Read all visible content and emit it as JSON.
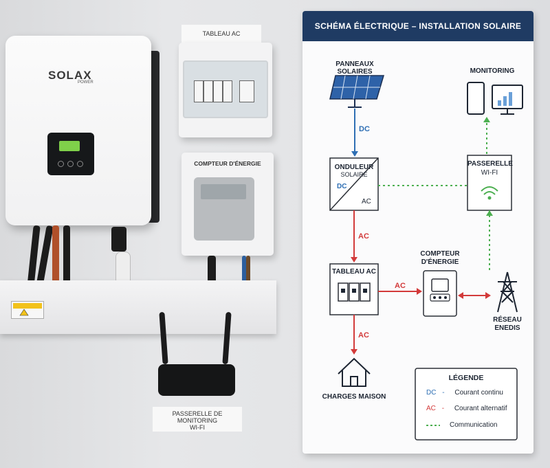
{
  "inverter": {
    "brand": "SOLAX",
    "brand_sub": "POWER"
  },
  "labels": {
    "tableau_ac": "TABLEAU AC",
    "compteur": "COMPTEUR D'ÉNERGIE",
    "passerelle_line1": "PASSERELLE DE MONITORING",
    "passerelle_line2": "WI-FI"
  },
  "panel": {
    "title": "SCHÉMA ÉLECTRIQUE – INSTALLATION SOLAIRE",
    "panneaux": "PANNEAUX SOLAIRES",
    "monitoring": "MONITORING",
    "onduleur_line1": "ONDULEUR",
    "onduleur_line2": "SOLAIRE",
    "passerelle_line1": "PASSERELLE",
    "passerelle_line2": "WI-FI",
    "tableau": "TABLEAU AC",
    "compteur_line1": "COMPTEUR",
    "compteur_line2": "D'ÉNERGIE",
    "reseau_line1": "RÉSEAU",
    "reseau_line2": "ENEDIS",
    "charges": "CHARGES MAISON",
    "dc": "DC",
    "ac": "AC",
    "legend": {
      "title": "LÉGENDE",
      "dc_label": "DC",
      "dc_text": "Courant continu",
      "ac_label": "AC",
      "ac_text": "Courant alternatif",
      "comm_text": "Communication",
      "dash": "-"
    }
  },
  "colors": {
    "dc": "#2e6fb4",
    "ac": "#d33a3a",
    "comm": "#4caf50",
    "header": "#1f3b63"
  }
}
